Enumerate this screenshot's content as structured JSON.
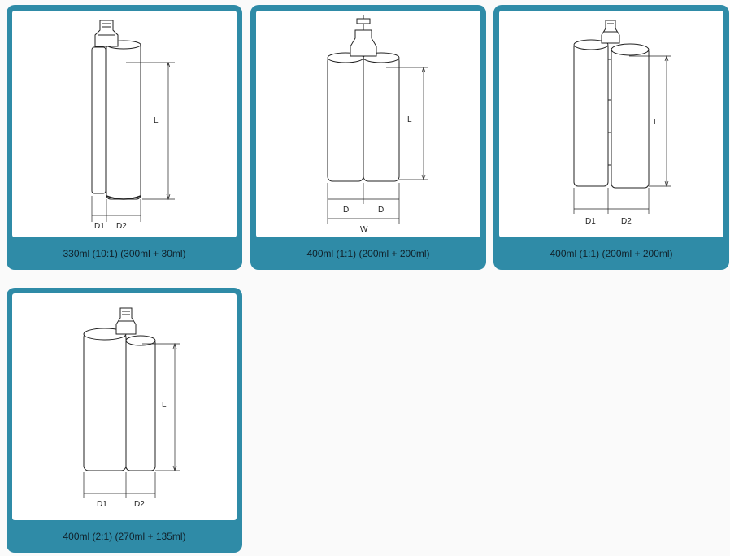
{
  "products": [
    {
      "caption": "330ml (10:1) (300ml + 30ml)",
      "labels": {
        "length": "L",
        "d1": "D1",
        "d2": "D2"
      }
    },
    {
      "caption": "400ml (1:1) (200ml + 200ml)",
      "labels": {
        "length": "L",
        "d_left": "D",
        "d_right": "D",
        "width": "W"
      }
    },
    {
      "caption": "400ml (1:1) (200ml + 200ml)",
      "labels": {
        "length": "L",
        "d1": "D1",
        "d2": "D2"
      }
    },
    {
      "caption": "400ml (2:1) (270ml + 135ml)",
      "labels": {
        "length": "L",
        "d1": "D1",
        "d2": "D2"
      }
    }
  ],
  "colors": {
    "card_border": "#2f8ba7",
    "image_background": "#ffffff",
    "page_background": "#fafafa",
    "caption_text": "#10212a"
  }
}
